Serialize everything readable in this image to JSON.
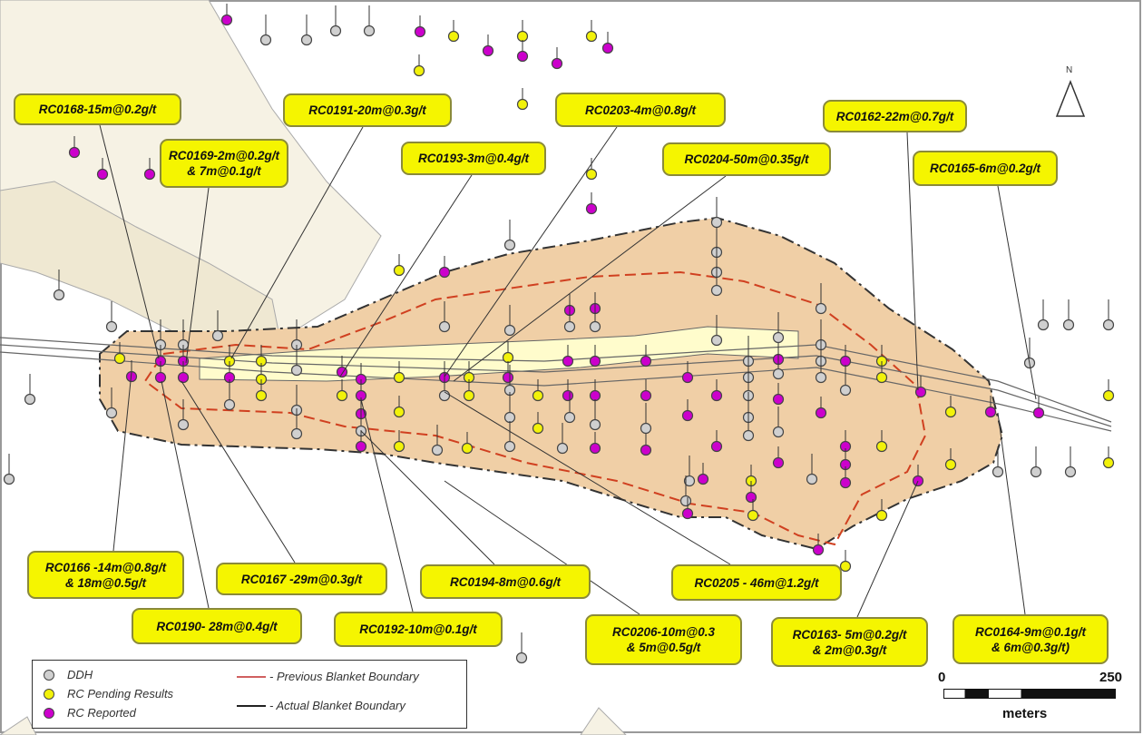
{
  "map": {
    "north_arrow_label": "N",
    "callouts_top": [
      {
        "id": "rc0168",
        "lines": [
          "RC0168-15m@0.2g/t"
        ]
      },
      {
        "id": "rc0169",
        "lines": [
          "RC0169-2m@0.2g/t",
          "& 7m@0.1g/t"
        ]
      },
      {
        "id": "rc0191",
        "lines": [
          "RC0191-20m@0.3g/t"
        ]
      },
      {
        "id": "rc0193",
        "lines": [
          "RC0193-3m@0.4g/t"
        ]
      },
      {
        "id": "rc0203",
        "lines": [
          "RC0203-4m@0.8g/t"
        ]
      },
      {
        "id": "rc0204",
        "lines": [
          "RC0204-50m@0.35g/t"
        ]
      },
      {
        "id": "rc0162",
        "lines": [
          "RC0162-22m@0.7g/t"
        ]
      },
      {
        "id": "rc0165",
        "lines": [
          "RC0165-6m@0.2g/t"
        ]
      }
    ],
    "callouts_bottom": [
      {
        "id": "rc0166",
        "lines": [
          "RC0166 -14m@0.8g/t",
          "& 18m@0.5g/t"
        ]
      },
      {
        "id": "rc0167",
        "lines": [
          "RC0167 -29m@0.3g/t"
        ]
      },
      {
        "id": "rc0190",
        "lines": [
          "RC0190- 28m@0.4g/t"
        ]
      },
      {
        "id": "rc0192",
        "lines": [
          "RC0192-10m@0.1g/t"
        ]
      },
      {
        "id": "rc0194",
        "lines": [
          "RC0194-8m@0.6g/t"
        ]
      },
      {
        "id": "rc0205",
        "lines": [
          "RC0205 - 46m@1.2g/t"
        ]
      },
      {
        "id": "rc0206",
        "lines": [
          "RC0206-10m@0.3",
          "& 5m@0.5g/t"
        ]
      },
      {
        "id": "rc0163",
        "lines": [
          "RC0163- 5m@0.2g/t",
          "& 2m@0.3g/t"
        ]
      },
      {
        "id": "rc0164",
        "lines": [
          "RC0164-9m@0.1g/t",
          "& 6m@0.3g/t)"
        ]
      }
    ]
  },
  "legend": {
    "ddh": "DDH",
    "rc_pending": "RC Pending Results",
    "rc_reported": "RC Reported",
    "previous_boundary": "- Previous Blanket Boundary",
    "actual_boundary": "- Actual Blanket Boundary"
  },
  "scale": {
    "min": "0",
    "max": "250",
    "unit": "meters"
  },
  "colors": {
    "ddh": "#d0d0d0",
    "pending": "#f2f20a",
    "reported": "#cc00cc",
    "blanket": "#f0cfa6",
    "previous": "#d04020",
    "callout": "#f5f500"
  }
}
